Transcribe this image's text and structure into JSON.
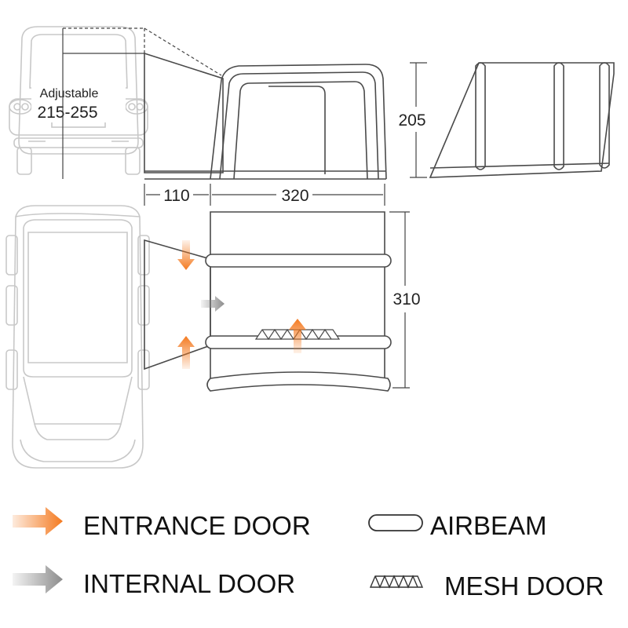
{
  "labels": {
    "adjustable": "Adjustable",
    "height_range": "215-255",
    "awning_height": "205",
    "connector_length": "110",
    "tent_length": "320",
    "tent_width": "310"
  },
  "legend": {
    "entrance_door": "ENTRANCE DOOR",
    "internal_door": "INTERNAL DOOR",
    "airbeam": "AIRBEAM",
    "mesh_door": "MESH DOOR"
  },
  "colors": {
    "entrance_arrow": "#f47a20",
    "internal_arrow": "#8c8c8c",
    "vehicle_outline": "#c8c8c8",
    "tent_outline": "#4a4a4a"
  }
}
